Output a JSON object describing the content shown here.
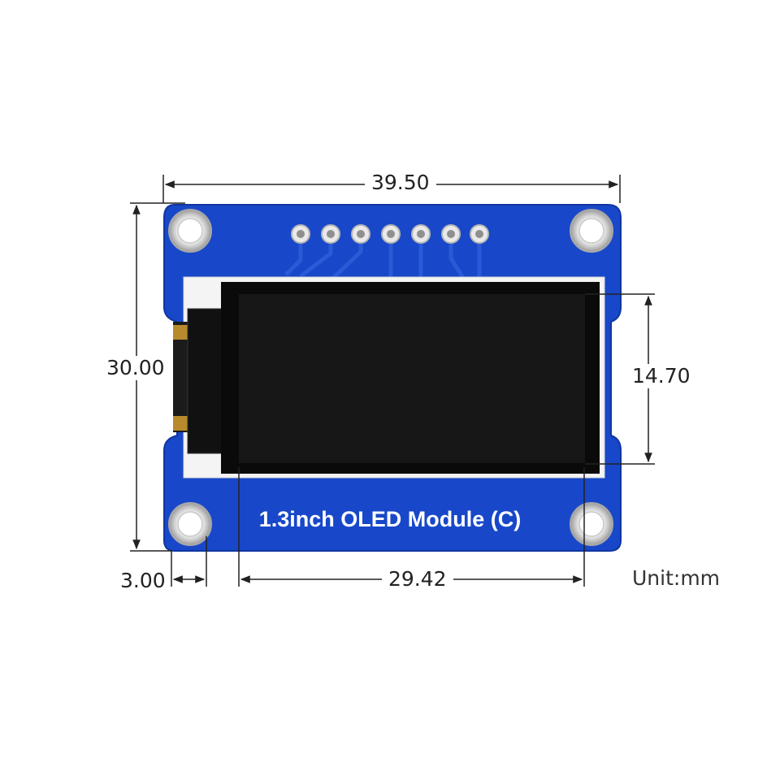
{
  "board": {
    "label": "1.3inch OLED Module (C)",
    "color": "#1546c8",
    "pin_count": 7
  },
  "dimensions": {
    "width": "39.50",
    "height": "30.00",
    "display_height": "14.70",
    "display_width": "29.42",
    "hole_offset": "3.00",
    "unit": "Unit:mm"
  }
}
